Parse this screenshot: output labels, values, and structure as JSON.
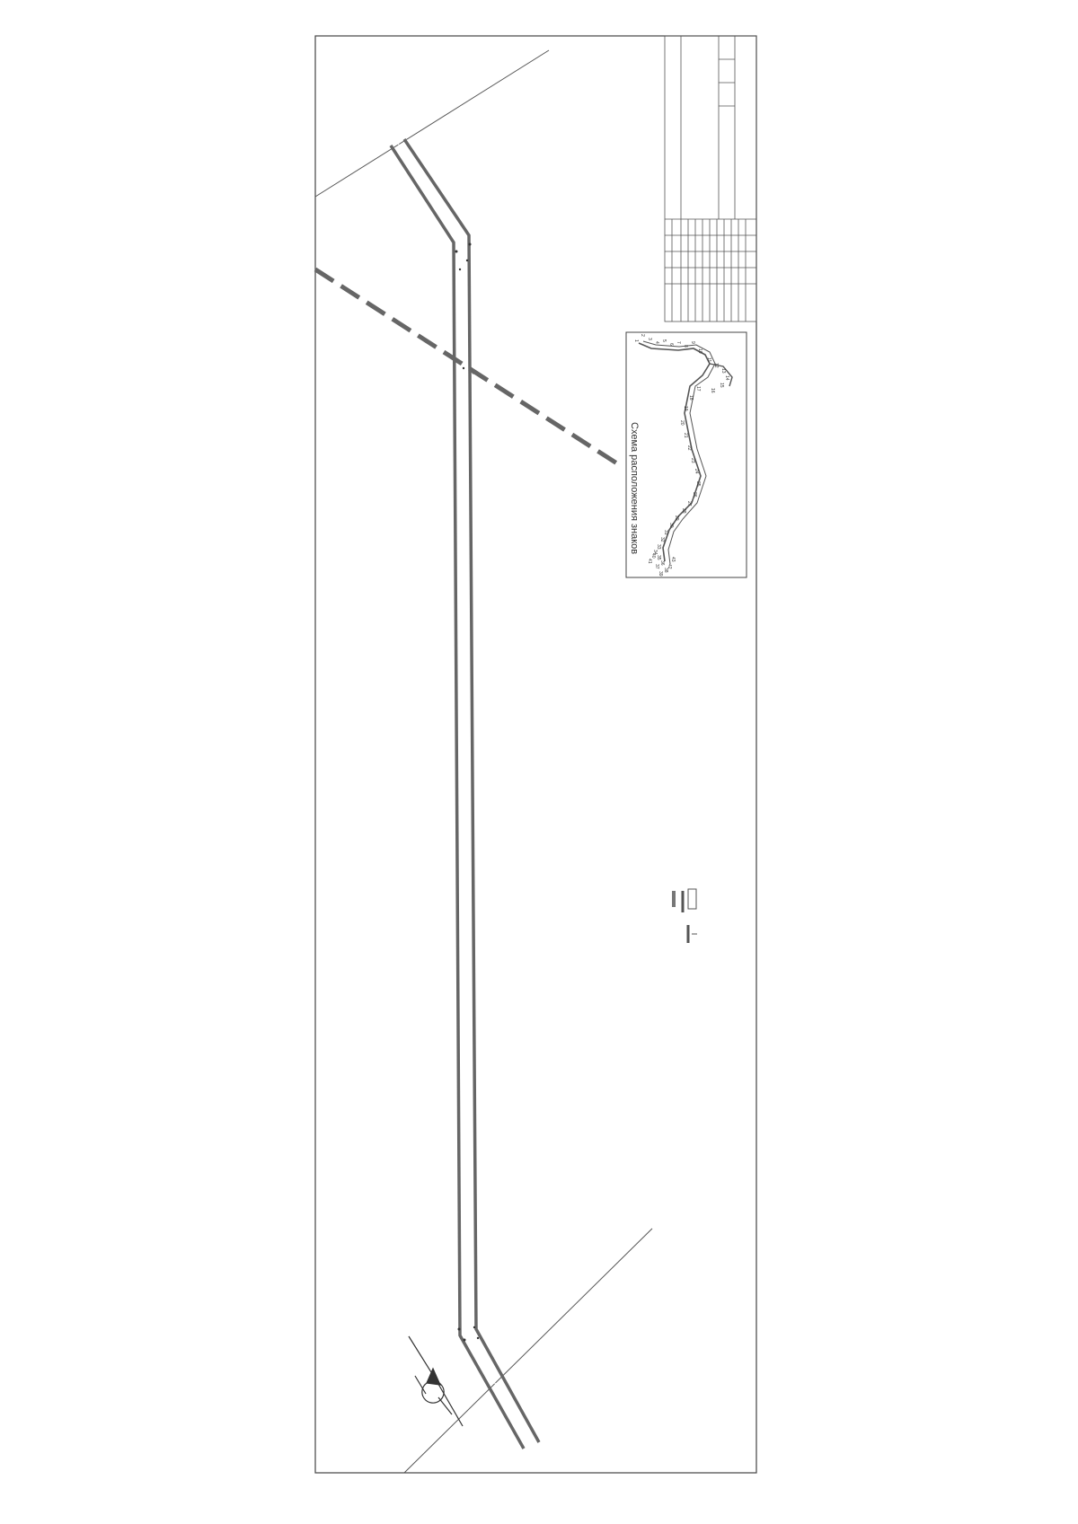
{
  "drawing": {
    "road_labels": [
      "",
      ""
    ],
    "boundary_label_1": "",
    "boundary_label_2": "",
    "scheme_title": "Схема расположения знаков",
    "scheme_numbers": [
      "1",
      "2",
      "3",
      "4",
      "5",
      "6",
      "7",
      "8",
      "9",
      "10",
      "11",
      "12",
      "13",
      "14",
      "15",
      "16",
      "17",
      "18",
      "19",
      "20",
      "21",
      "22",
      "23",
      "24",
      "25",
      "26",
      "27",
      "28",
      "29",
      "30",
      "31",
      "32",
      "33",
      "34",
      "35",
      "36",
      "37",
      "38",
      "39",
      "40",
      "41",
      "42",
      "43"
    ],
    "legend_title": "",
    "legend_items": [
      "",
      "",
      "",
      "",
      ""
    ],
    "notes_title": "",
    "notes_text": [
      ""
    ],
    "orientation_title": "",
    "orientation_items": [
      ""
    ],
    "title_block": {
      "org_text": "",
      "sheet_title": "",
      "drawing_name": "",
      "stage": "",
      "sheet": "",
      "sheets": ""
    }
  }
}
